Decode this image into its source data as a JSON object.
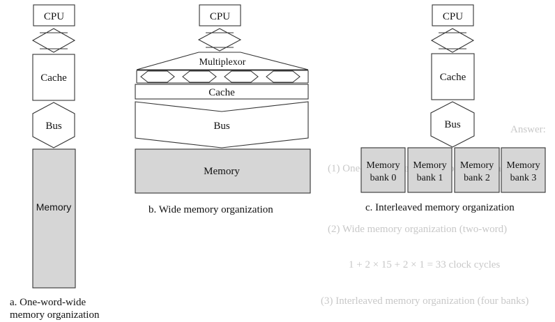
{
  "colors": {
    "memory_fill": "#d6d6d6",
    "stroke": "#333333",
    "box_fill": "#ffffff",
    "faint_text": "#c8c8c8"
  },
  "bleed_through": {
    "line1": "(1) One-word-wide memory organization",
    "line2": "(2) Wide memory organization (two-word)",
    "line3": "1 + 2 × 15 + 2 × 1 = 33 clock cycles",
    "line4": "(3) Interleaved memory organization (four banks)",
    "answer": "Answer:"
  },
  "diagram_a": {
    "cpu": "CPU",
    "cache": "Cache",
    "bus": "Bus",
    "memory": "Memory",
    "caption_line1": "a. One-word-wide",
    "caption_line2": "memory organization"
  },
  "diagram_b": {
    "cpu": "CPU",
    "multiplexor": "Multiplexor",
    "cache": "Cache",
    "bus": "Bus",
    "memory": "Memory",
    "caption": "b. Wide memory organization"
  },
  "diagram_c": {
    "cpu": "CPU",
    "cache": "Cache",
    "bus": "Bus",
    "banks": [
      {
        "line1": "Memory",
        "line2": "bank 0"
      },
      {
        "line1": "Memory",
        "line2": "bank 1"
      },
      {
        "line1": "Memory",
        "line2": "bank 2"
      },
      {
        "line1": "Memory",
        "line2": "bank 3"
      }
    ],
    "caption": "c. Interleaved memory organization"
  }
}
